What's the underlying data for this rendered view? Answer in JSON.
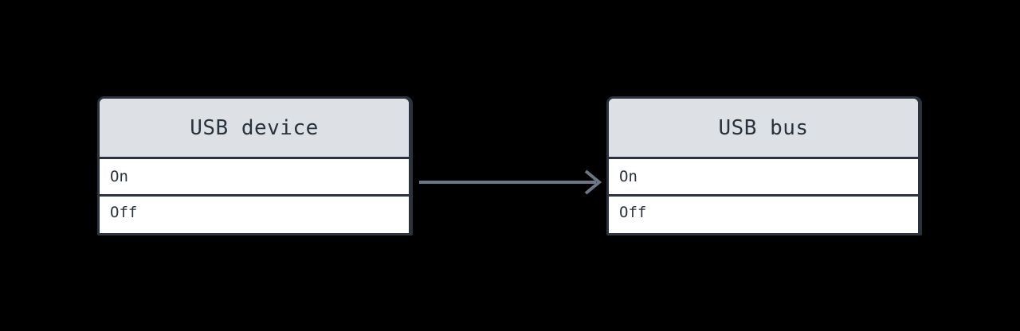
{
  "diagram": {
    "type": "state-machine",
    "background_color": "#000000",
    "border_color": "#2a333d",
    "header_fill": "#dde1e5",
    "body_fill": "#ffffff",
    "text_color": "#2a333d",
    "edge_color": "#6b7785",
    "nodes": [
      {
        "id": "usb-device",
        "title": "USB device",
        "rows": [
          {
            "label": "On"
          },
          {
            "label": "Off"
          }
        ]
      },
      {
        "id": "usb-bus",
        "title": "USB bus",
        "rows": [
          {
            "label": "On"
          },
          {
            "label": "Off"
          }
        ]
      }
    ],
    "edges": [
      {
        "id": "usb-device-to-usb-bus",
        "from": "usb-device",
        "to": "usb-bus",
        "label": "",
        "arrowhead": "open",
        "direction": "right"
      }
    ]
  }
}
